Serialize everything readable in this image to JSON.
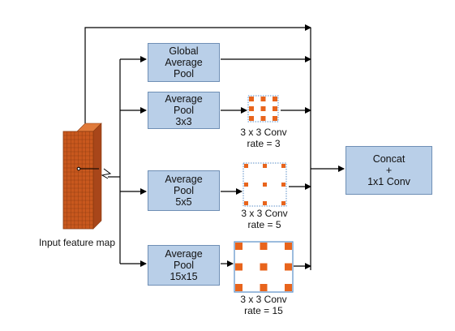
{
  "input": {
    "label": "Input feature map"
  },
  "pools": [
    {
      "name": "global",
      "lines": [
        "Global",
        "Average",
        "Pool"
      ]
    },
    {
      "name": "pool-3x3",
      "lines": [
        "Average",
        "Pool",
        "3x3"
      ]
    },
    {
      "name": "pool-5x5",
      "lines": [
        "Average",
        "Pool",
        "5x5"
      ]
    },
    {
      "name": "pool-15x15",
      "lines": [
        "Average",
        "Pool",
        "15x15"
      ]
    }
  ],
  "convs": [
    {
      "name": "conv-rate-3",
      "lines": [
        "3 x 3 Conv",
        "rate = 3"
      ]
    },
    {
      "name": "conv-rate-5",
      "lines": [
        "3 x 3 Conv",
        "rate = 5"
      ]
    },
    {
      "name": "conv-rate-15",
      "lines": [
        "3 x 3 Conv",
        "rate = 15"
      ]
    }
  ],
  "concat": {
    "lines": [
      "Concat",
      "+",
      "1x1 Conv"
    ]
  },
  "colors": {
    "box_fill": "#b9cfe8",
    "box_border": "#6f8fb5",
    "feature_map": "#c8581e",
    "kernel_dot": "#e8641c",
    "kernel_border": "#5b8fc8",
    "arrow": "#000000"
  }
}
